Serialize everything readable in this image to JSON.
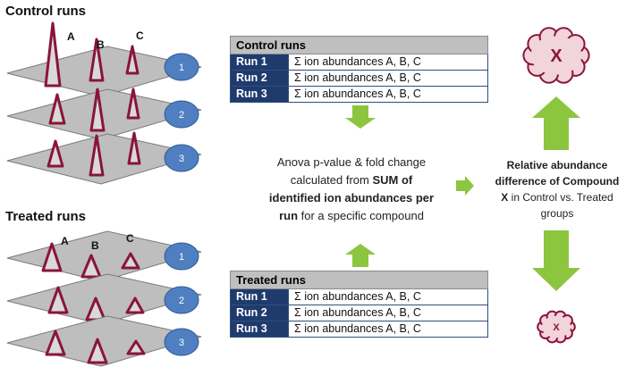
{
  "control": {
    "heading": "Control runs",
    "peak_labels": [
      "A",
      "B",
      "C"
    ],
    "run_numbers": [
      "1",
      "2",
      "3"
    ],
    "table": {
      "title": "Control runs",
      "rows": [
        {
          "run": "Run 1",
          "desc": "Σ ion abundances  A, B, C"
        },
        {
          "run": "Run 2",
          "desc": "Σ ion abundances  A, B, C"
        },
        {
          "run": "Run 3",
          "desc": "Σ ion abundances  A, B, C"
        }
      ]
    }
  },
  "treated": {
    "heading": "Treated runs",
    "peak_labels": [
      "A",
      "B",
      "C"
    ],
    "run_numbers": [
      "1",
      "2",
      "3"
    ],
    "table": {
      "title": "Treated runs",
      "rows": [
        {
          "run": "Run 1",
          "desc": "Σ ion abundances  A, B, C"
        },
        {
          "run": "Run 2",
          "desc": "Σ ion abundances  A, B, C"
        },
        {
          "run": "Run 3",
          "desc": "Σ ion abundances  A, B, C"
        }
      ]
    }
  },
  "analysis": {
    "line1": "Anova p-value & fold change",
    "line2_plain": "calculated from ",
    "line2_bold": "SUM of",
    "line3_bold": "identified ion abundances per",
    "line4_bold": "run",
    "line4_plain": " for a specific compound"
  },
  "result": {
    "line1_bold": "Relative abundance",
    "line2_bold": "difference of Compound",
    "line3_bold": "X",
    "line3_plain": " in Control vs. Treated",
    "line4_plain": "groups"
  },
  "compound": {
    "large_label": "X",
    "small_label": "X"
  },
  "colors": {
    "plane_fill": "#bebebe",
    "plane_stroke": "#7a7a7a",
    "peak": "#8a1538",
    "circle_fill": "#4f7fc0",
    "circle_stroke": "#2f5a96",
    "arrow": "#8cc63f",
    "table_header": "#bfbfbf",
    "run_cell": "#1f3b6e",
    "cloud_fill": "#f2d4dc",
    "cloud_stroke": "#8a1538"
  }
}
